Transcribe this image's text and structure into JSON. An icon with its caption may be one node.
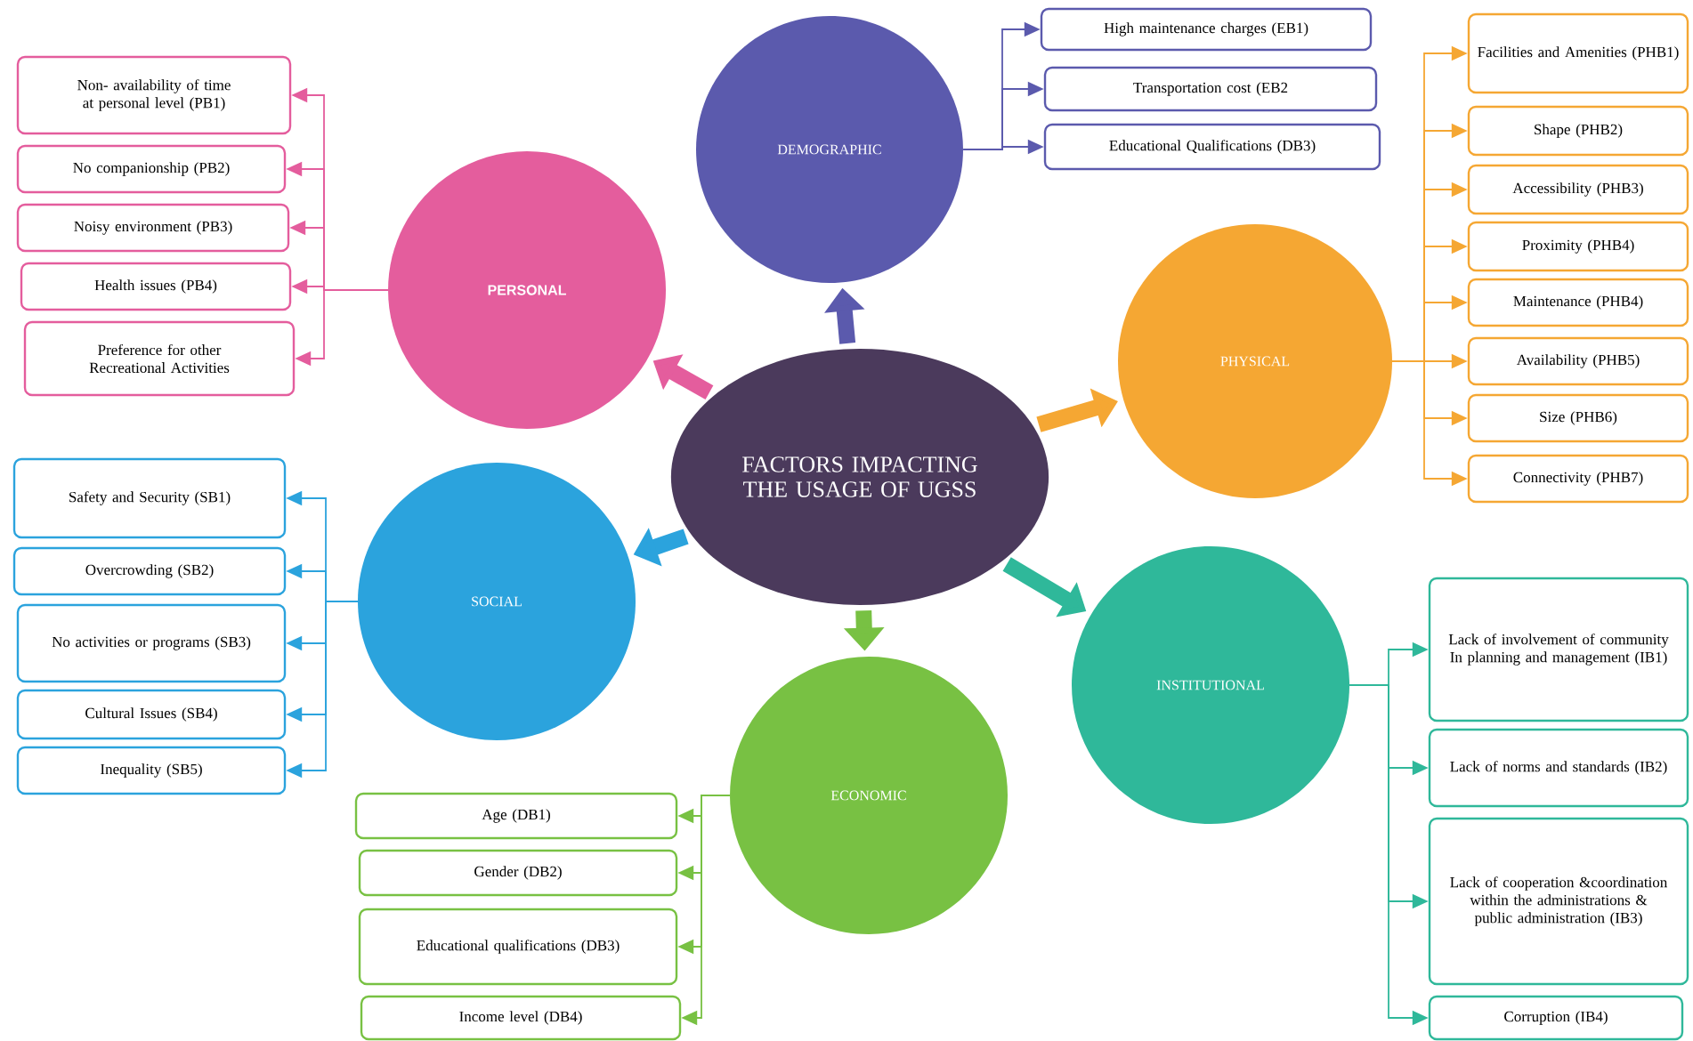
{
  "diagram": {
    "nodes": [
      {
        "text": [
          "FACTORS IMPACTING THE USAGE OF UGSS"
        ]
      },
      {
        "text": [
          "DEMOGRAPHIC"
        ]
      },
      {
        "text": [
          "PERSONAL"
        ]
      },
      {
        "text": [
          "PHYSICAL"
        ]
      },
      {
        "text": [
          "SOCIAL"
        ]
      },
      {
        "text": [
          "ECONOMIC"
        ]
      },
      {
        "text": [
          "INSTITUTIONAL"
        ]
      },
      {
        "text": [
          "High maintenance charges (EB1)"
        ]
      },
      {
        "text": [
          "Transportation cost (EB2"
        ]
      },
      {
        "text": [
          "Educational Qualifications (DB3)"
        ]
      },
      {
        "text": [
          "Non- availability of time at personal level (PB1)"
        ]
      },
      {
        "text": [
          "No companionship (PB2)"
        ]
      },
      {
        "text": [
          "Noisy environment (PB3)"
        ]
      },
      {
        "text": [
          "Health issues (PB4)"
        ]
      },
      {
        "text": [
          "Preference for other Recreational Activities"
        ]
      },
      {
        "text": [
          "Facilities and Amenities (PHB1)"
        ]
      },
      {
        "text": [
          "Shape (PHB2)"
        ]
      },
      {
        "text": [
          "Accessibility (PHB3)"
        ]
      },
      {
        "text": [
          "Proximity (PHB4)"
        ]
      },
      {
        "text": [
          "Maintenance (PHB4)"
        ]
      },
      {
        "text": [
          "Availability (PHB5)"
        ]
      },
      {
        "text": [
          "Size (PHB6)"
        ]
      },
      {
        "text": [
          "Connectivity (PHB7)"
        ]
      },
      {
        "text": [
          "Safety and Security (SB1)"
        ]
      },
      {
        "text": [
          "Overcrowding (SB2)"
        ]
      },
      {
        "text": [
          "No activities or programs (SB3)"
        ]
      },
      {
        "text": [
          "Cultural Issues (SB4)"
        ]
      },
      {
        "text": [
          "Inequality (SB5)"
        ]
      },
      {
        "text": [
          "Age (DB1)"
        ]
      },
      {
        "text": [
          "Gender (DB2)"
        ]
      },
      {
        "text": [
          "Educational qualifications (DB3)"
        ]
      },
      {
        "text": [
          "Income level (DB4)"
        ]
      },
      {
        "text": [
          "Lack of involvement of community In planning and management (IB1)"
        ]
      },
      {
        "text": [
          "Lack of norms and standards (IB2)"
        ]
      },
      {
        "text": [
          "Lack of cooperation &coordination within the administrations & public administration (IB3)"
        ]
      },
      {
        "text": [
          "Corruption (IB4)"
        ]
      }
    ],
    "edges": [
      {
        "from": 0,
        "to": 1,
        "arrow": "to",
        "style": "thick",
        "color": "#5b5aad"
      },
      {
        "from": 0,
        "to": 2,
        "arrow": "to",
        "style": "thick",
        "color": "#e45d9d"
      },
      {
        "from": 0,
        "to": 3,
        "arrow": "to",
        "style": "thick",
        "color": "#f5a733"
      },
      {
        "from": 0,
        "to": 4,
        "arrow": "to",
        "style": "thick",
        "color": "#2ba3dd"
      },
      {
        "from": 0,
        "to": 5,
        "arrow": "to",
        "style": "thick",
        "color": "#78c143"
      },
      {
        "from": 0,
        "to": 6,
        "arrow": "to",
        "style": "thick",
        "color": "#2fb89a"
      },
      {
        "from": 1,
        "to": 7,
        "arrow": "to",
        "color": "#5b5aad"
      },
      {
        "from": 1,
        "to": 8,
        "arrow": "to",
        "color": "#5b5aad"
      },
      {
        "from": 1,
        "to": 9,
        "arrow": "to",
        "color": "#5b5aad"
      },
      {
        "from": 2,
        "to": 10,
        "arrow": "to",
        "color": "#e45d9d"
      },
      {
        "from": 2,
        "to": 11,
        "arrow": "to",
        "color": "#e45d9d"
      },
      {
        "from": 2,
        "to": 12,
        "arrow": "to",
        "color": "#e45d9d"
      },
      {
        "from": 2,
        "to": 13,
        "arrow": "to",
        "color": "#e45d9d"
      },
      {
        "from": 2,
        "to": 14,
        "arrow": "to",
        "color": "#e45d9d"
      },
      {
        "from": 3,
        "to": 15,
        "arrow": "to",
        "color": "#f5a733"
      },
      {
        "from": 3,
        "to": 16,
        "arrow": "to",
        "color": "#f5a733"
      },
      {
        "from": 3,
        "to": 17,
        "arrow": "to",
        "color": "#f5a733"
      },
      {
        "from": 3,
        "to": 18,
        "arrow": "to",
        "color": "#f5a733"
      },
      {
        "from": 3,
        "to": 19,
        "arrow": "to",
        "color": "#f5a733"
      },
      {
        "from": 3,
        "to": 20,
        "arrow": "to",
        "color": "#f5a733"
      },
      {
        "from": 3,
        "to": 21,
        "arrow": "to",
        "color": "#f5a733"
      },
      {
        "from": 3,
        "to": 22,
        "arrow": "to",
        "color": "#f5a733"
      },
      {
        "from": 4,
        "to": 23,
        "arrow": "to",
        "color": "#2ba3dd"
      },
      {
        "from": 4,
        "to": 24,
        "arrow": "to",
        "color": "#2ba3dd"
      },
      {
        "from": 4,
        "to": 25,
        "arrow": "to",
        "color": "#2ba3dd"
      },
      {
        "from": 4,
        "to": 26,
        "arrow": "to",
        "color": "#2ba3dd"
      },
      {
        "from": 4,
        "to": 27,
        "arrow": "to",
        "color": "#2ba3dd"
      },
      {
        "from": 5,
        "to": 28,
        "arrow": "to",
        "color": "#78c143"
      },
      {
        "from": 5,
        "to": 29,
        "arrow": "to",
        "color": "#78c143"
      },
      {
        "from": 5,
        "to": 30,
        "arrow": "to",
        "color": "#78c143"
      },
      {
        "from": 5,
        "to": 31,
        "arrow": "to",
        "color": "#78c143"
      },
      {
        "from": 6,
        "to": 32,
        "arrow": "to",
        "color": "#2fb89a"
      },
      {
        "from": 6,
        "to": 33,
        "arrow": "to",
        "color": "#2fb89a"
      },
      {
        "from": 6,
        "to": 34,
        "arrow": "to",
        "color": "#2fb89a"
      },
      {
        "from": 6,
        "to": 35,
        "arrow": "to",
        "color": "#2fb89a"
      }
    ]
  }
}
